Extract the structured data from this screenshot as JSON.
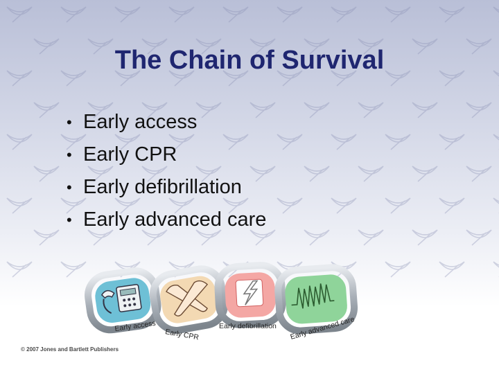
{
  "slide": {
    "title": "The Chain of Survival",
    "bullets": [
      "Early access",
      "Early CPR",
      "Early defibrillation",
      "Early advanced care"
    ],
    "copyright": "© 2007 Jones and Bartlett Publishers"
  },
  "chain_links": [
    {
      "label": "Early access",
      "color": "#6ec0d6",
      "icon": "telephone-icon"
    },
    {
      "label": "Early CPR",
      "color": "#f3d9b3",
      "icon": "crossed-hands-icon"
    },
    {
      "label": "Early defibrillation",
      "color": "#f4a7a4",
      "icon": "lightning-bolt-icon"
    },
    {
      "label": "Early advanced care",
      "color": "#8fd49a",
      "icon": "ecg-waveform-icon"
    }
  ],
  "colors": {
    "title": "#1f2670",
    "background_top": "#b9bfd7",
    "link_metal": "#bfc5cc"
  }
}
